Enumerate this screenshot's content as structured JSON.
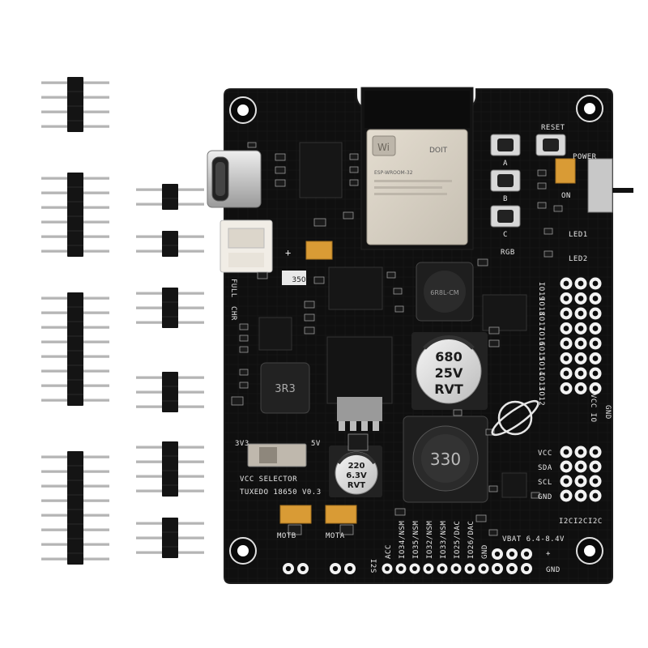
{
  "board": {
    "name": "TUXEDO 18650 V0.3",
    "vcc_selector": "VCC SELECTOR",
    "v3v3": "3V3",
    "v5v": "5V",
    "full": "FULL",
    "chr": "CHR",
    "power": "POWER",
    "on": "ON",
    "reset": "RESET",
    "btn_a": "A",
    "btn_b": "B",
    "btn_c": "C",
    "led1": "LED1",
    "led2": "LED2",
    "rgb": "RGB",
    "plus": "+",
    "io_labels": [
      "IO19",
      "IO18",
      "IO17",
      "IO16",
      "IO15",
      "IO14",
      "IO13",
      "IO12"
    ],
    "vcc_io": "VCC IO",
    "gnd": "GND",
    "i2c_labels": [
      "VCC",
      "SDA",
      "SCL",
      "GND"
    ],
    "i2c_cols": [
      "I2C",
      "I2C",
      "I2C"
    ],
    "motb": "MOTB",
    "mota": "MOTA",
    "bottom_pins": [
      "ACC",
      "IO34/NSM",
      "IO35/NSM",
      "IO32/NSM",
      "IO33/NSM",
      "IO25/DAC",
      "IO26/DAC",
      "GND"
    ],
    "i2s": "I2S",
    "vbat": "VBAT 6.4-8.4V",
    "bat_plus": "+",
    "bat_gnd": "GND"
  },
  "components": {
    "cap_large_top": "680",
    "cap_large_mid": "25V",
    "cap_large_bot": "RVT",
    "cap_small_top": "220",
    "cap_small_mid": "6.3V",
    "cap_small_bot": "RVT",
    "inductor_big": "330",
    "inductor_small": "3R3",
    "inductor_mid": "6R8L-CM",
    "tant_1": "350",
    "esp_brand": "DOIT",
    "esp_wifi": "Wi",
    "esp_model": "ESP-WROOM-32"
  },
  "colors": {
    "pcb": "#0d0d0d",
    "silk": "#e6e6e6",
    "tantalum": "#d99b35",
    "shield": "#d5cec2",
    "pin": "#c0c0c0"
  }
}
